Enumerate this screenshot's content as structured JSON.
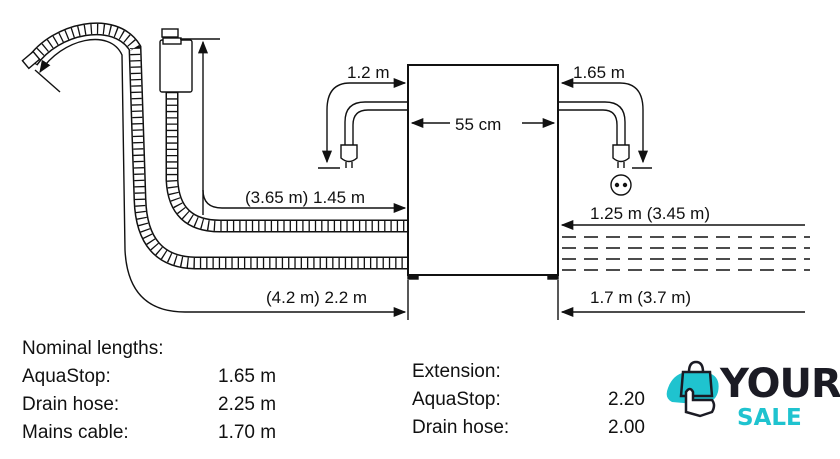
{
  "diagram": {
    "left_cable_length": "1.2 m",
    "right_cable_length": "1.65 m",
    "width": "55 cm",
    "aquastop_hose_left": "(3.65 m) 1.45 m",
    "drain_hose_left": "(4.2 m) 2.2 m",
    "aquastop_hose_right": "1.25 m (3.45 m)",
    "drain_hose_right": "1.7 m (3.7 m)"
  },
  "nominal": {
    "heading": "Nominal lengths:",
    "rows": [
      {
        "label": "AquaStop:",
        "value": "1.65 m"
      },
      {
        "label": "Drain hose:",
        "value": "2.25 m"
      },
      {
        "label": "Mains cable:",
        "value": "1.70 m"
      }
    ]
  },
  "extension": {
    "heading": "Extension:",
    "rows": [
      {
        "label": "AquaStop:",
        "value": "2.20"
      },
      {
        "label": "Drain hose:",
        "value": "2.00"
      }
    ]
  },
  "logo": {
    "line1": "YOUR",
    "line2": "SALE",
    "accent": "#1fc3cf",
    "dark": "#1b1b24"
  }
}
